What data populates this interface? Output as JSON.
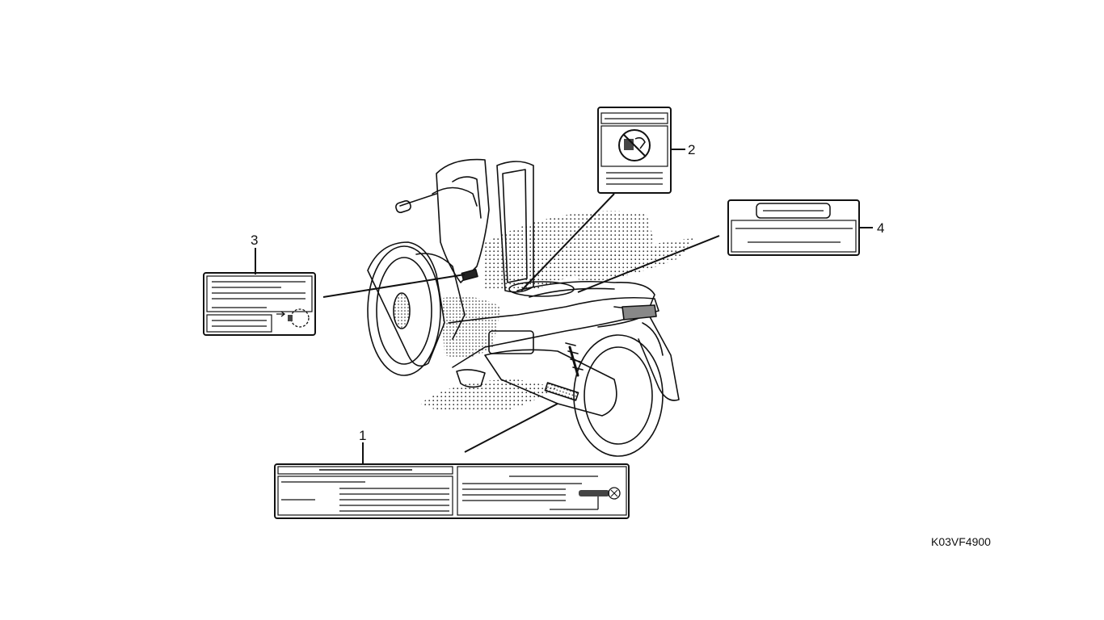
{
  "diagram": {
    "callouts": {
      "label_1": "1",
      "label_2": "2",
      "label_3": "3",
      "label_4": "4"
    },
    "drawing_code": "K03VF4900",
    "icons": [
      "scooter-illustration",
      "no-refuel-icon",
      "key-icon",
      "chain-wrench-icon"
    ],
    "line_color": "#111111"
  }
}
